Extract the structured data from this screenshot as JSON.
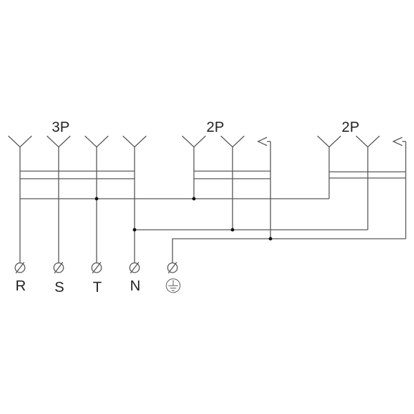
{
  "diagram": {
    "breakers": [
      {
        "label": "3P",
        "poles": 4
      },
      {
        "label": "2P",
        "poles": 2,
        "earth_return": true
      },
      {
        "label": "2P",
        "poles": 2,
        "earth_return": true
      }
    ],
    "terminals": [
      {
        "label": "R"
      },
      {
        "label": "S"
      },
      {
        "label": "T"
      },
      {
        "label": "N"
      },
      {
        "label": "earth-symbol",
        "symbol": "protective-earth"
      }
    ],
    "line_color": "#555555"
  }
}
